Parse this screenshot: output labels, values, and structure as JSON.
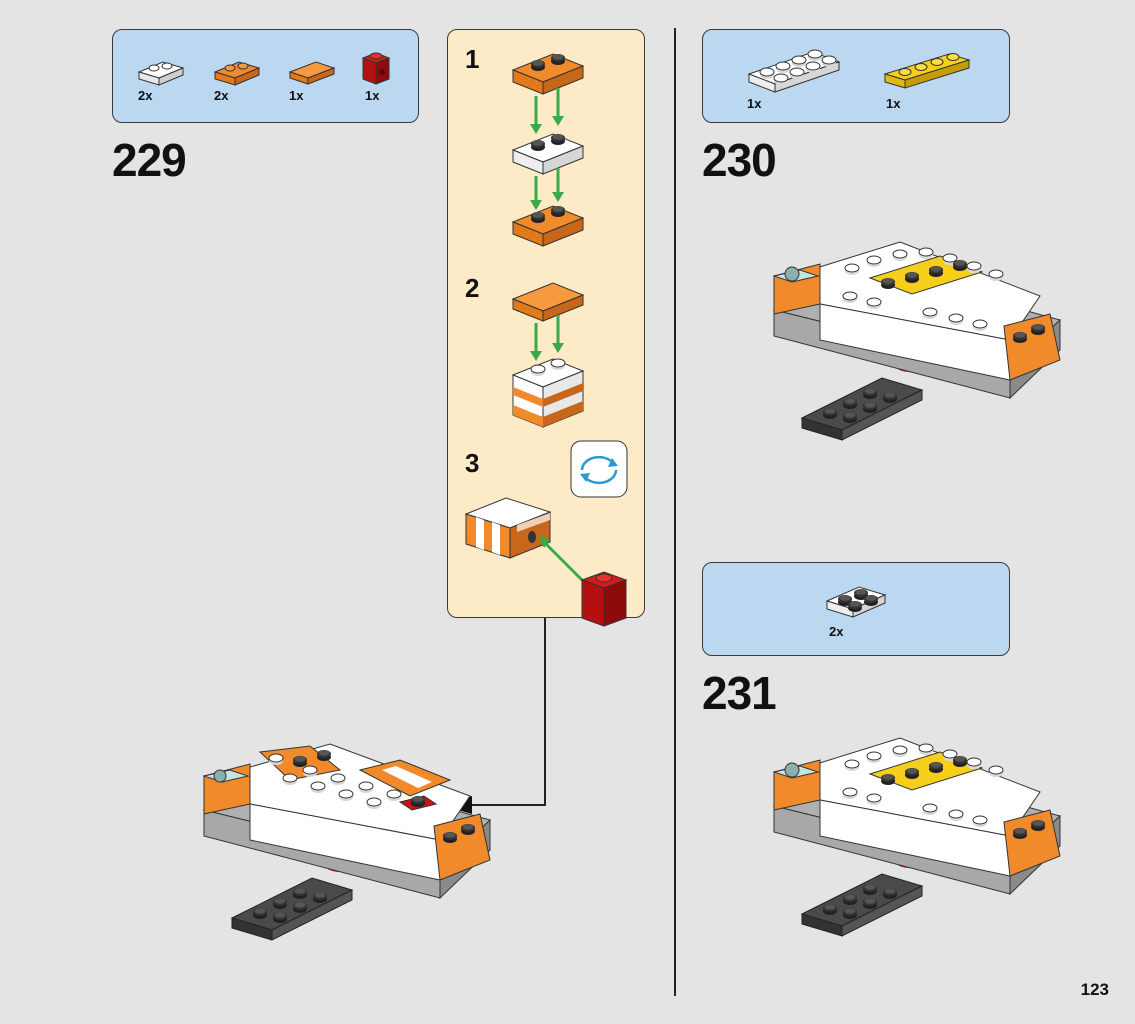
{
  "page": {
    "number": "123"
  },
  "step229": {
    "number": "229",
    "parts": [
      {
        "name": "white-plate-1x2",
        "qty": "2x"
      },
      {
        "name": "orange-plate-1x2",
        "qty": "2x"
      },
      {
        "name": "orange-tile-1x2",
        "qty": "1x"
      },
      {
        "name": "red-brick-1x1-stud",
        "qty": "1x"
      }
    ]
  },
  "subassembly": {
    "steps": [
      {
        "number": "1"
      },
      {
        "number": "2"
      },
      {
        "number": "3"
      }
    ],
    "rotate_icon": "rotate-icon"
  },
  "step230": {
    "number": "230",
    "parts": [
      {
        "name": "white-plate-2x4",
        "qty": "1x"
      },
      {
        "name": "yellow-plate-1x4",
        "qty": "1x"
      }
    ]
  },
  "step231": {
    "number": "231",
    "parts": [
      {
        "name": "white-plate-2x2",
        "qty": "2x"
      }
    ]
  },
  "colors": {
    "page_bg": "#e4e4e4",
    "parts_box": "#bcd8f1",
    "sub_box": "#fcebc6",
    "orange": "#f08a2a",
    "white": "#ffffff",
    "yellow": "#f5cf1c",
    "red": "#c81414",
    "dark_gray": "#4a4a4a",
    "light_gray": "#a8a8a8",
    "arrow_green": "#3aa94a"
  }
}
